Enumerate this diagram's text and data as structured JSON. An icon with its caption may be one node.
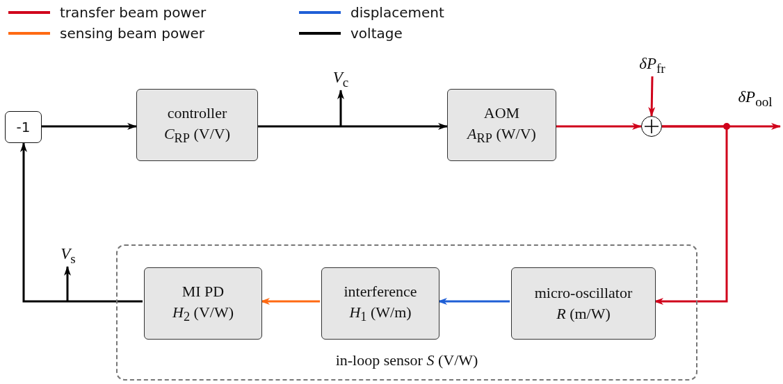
{
  "diagram": {
    "nodes": [
      {
        "text": [
          "-1"
        ]
      },
      {
        "text": [
          "controller",
          "*C*$_{RP}$ (V/V)"
        ]
      },
      {
        "text": [
          "V$_{c}$"
        ]
      },
      {
        "text": [
          "AOM",
          "*A*$_{RP}$ (W/V)"
        ]
      },
      {
        "text": [
          "δP$_{fr}$"
        ]
      },
      {
        "text": [],
        "shape": "circle"
      },
      {
        "text": [
          "in-loop sensor *S* (V/W)"
        ]
      },
      {
        "text": [
          "MI PD",
          "*H*$_{2}$ (V/W)"
        ],
        "in": 6
      },
      {
        "text": [
          "interference",
          "*H*$_{1}$ (W/m)"
        ],
        "in": 6
      },
      {
        "text": [
          "micro-oscillator",
          "*R* (m/W)"
        ],
        "in": 6
      },
      {
        "text": [
          "V$_{s}$"
        ]
      }
    ],
    "edges": [
      {
        "from": 0,
        "to": 1,
        "arrow": "to"
      },
      {
        "from": 1,
        "to": 3,
        "arrow": "to"
      },
      {
        "from": null,
        "to": 2,
        "arrow": "to"
      },
      {
        "from": 3,
        "to": 5,
        "arrow": "to",
        "color": "#d0021b"
      },
      {
        "from": 4,
        "to": 5,
        "arrow": "to",
        "color": "#d0021b"
      },
      {
        "from": 5,
        "to": null,
        "arrow": "to",
        "label": "δP$_{ool}$",
        "color": "#d0021b"
      },
      {
        "from": 5,
        "to": 9,
        "arrow": "to",
        "color": "#d0021b"
      },
      {
        "from": 9,
        "to": 8,
        "arrow": "to",
        "color": "#1f5fd6"
      },
      {
        "from": 8,
        "to": 7,
        "arrow": "to",
        "color": "#ff6a13"
      },
      {
        "from": 7,
        "to": 0,
        "arrow": "to"
      },
      {
        "from": null,
        "to": 10,
        "arrow": "to"
      }
    ],
    "legend": [
      {
        "text": "transfer beam power",
        "color": "#d0021b"
      },
      {
        "text": "displacement",
        "color": "#1f5fd6"
      },
      {
        "text": "sensing beam power",
        "color": "#ff6a13"
      },
      {
        "text": "voltage",
        "color": "#000000"
      }
    ]
  }
}
